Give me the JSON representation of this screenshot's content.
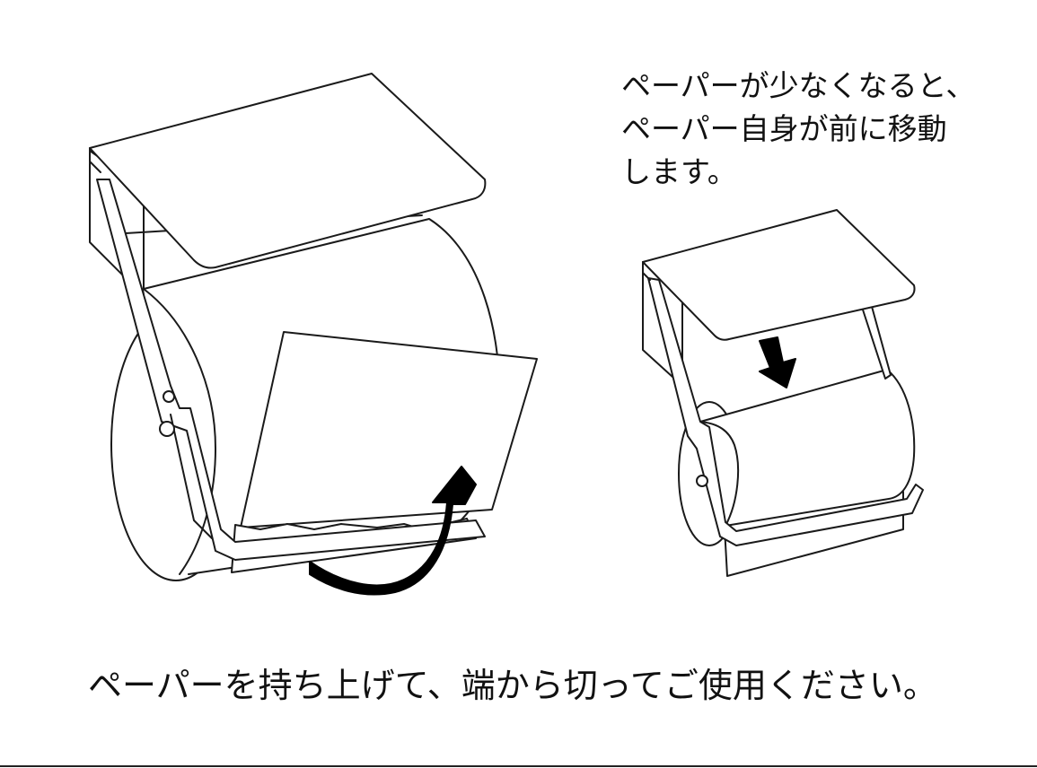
{
  "note": {
    "lines": [
      "ペーパーが少なくなると、",
      "ペーパー自身が前に移動",
      "します。"
    ]
  },
  "caption": "ペーパーを持ち上げて、端から切ってご使用ください。",
  "colors": {
    "line": "#1a1a1a",
    "background": "#ffffff",
    "arrow": "#000000"
  },
  "icons": {
    "lift_arrow": "curved-up-arrow-icon",
    "move_arrow": "down-arrow-icon"
  }
}
